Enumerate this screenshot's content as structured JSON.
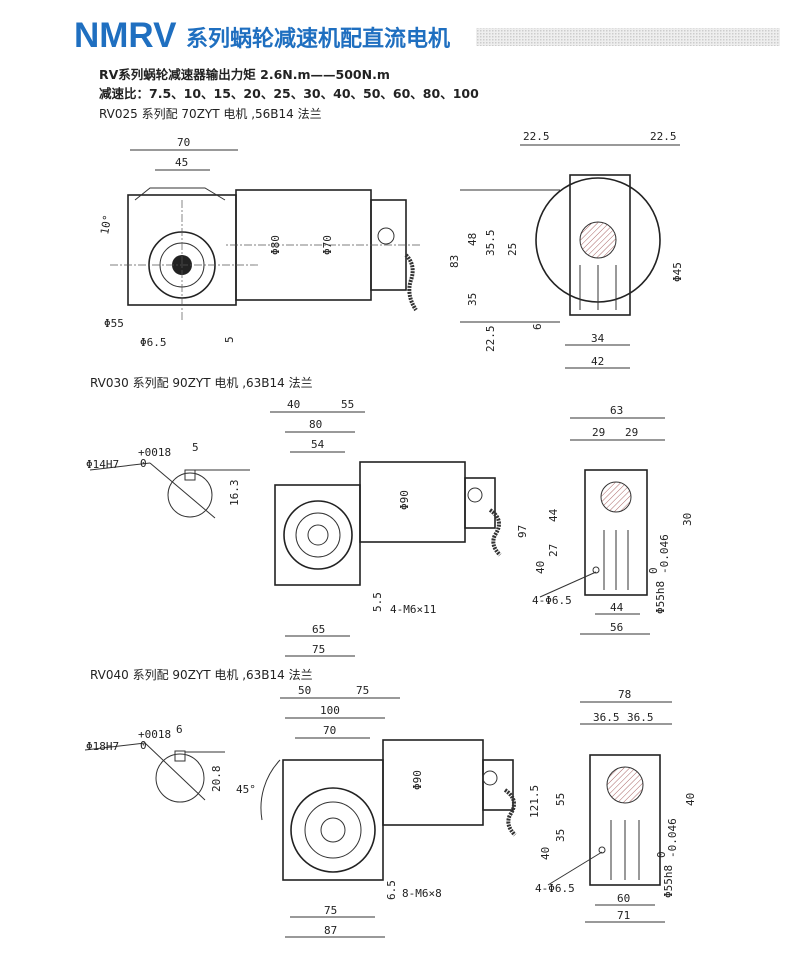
{
  "header": {
    "brand": "NMRV",
    "title": "系列蜗轮减速机配直流电机",
    "accent": "#1f6fc0"
  },
  "intro": {
    "torque": "RV系列蜗轮减速器输出力矩 2.6N.m——500N.m",
    "ratios": "减速比：7.5、10、15、20、25、30、40、50、60、80、100"
  },
  "sections": [
    {
      "caption": "RV025 系列配 70ZYT 电机 ,56B14 法兰",
      "side": [
        "70",
        "45",
        "10°",
        "Φ80",
        "Φ70",
        "Φ55",
        "Φ6.5",
        "5"
      ],
      "end": [
        "22.5",
        "22.5",
        "83",
        "48",
        "35.5",
        "25",
        "35",
        "22.5",
        "6",
        "Φ45",
        "34",
        "42"
      ]
    },
    {
      "caption": "RV030 系列配 90ZYT 电机 ,63B14 法兰",
      "shaft": [
        "Φ14H7",
        "+0018",
        "0",
        "5",
        "16.3"
      ],
      "side": [
        "40",
        "55",
        "80",
        "54",
        "Φ90",
        "5.5",
        "4-M6×11",
        "65",
        "75"
      ],
      "end": [
        "63",
        "29",
        "29",
        "97",
        "44",
        "27",
        "40",
        "30",
        "4-Φ6.5",
        "44",
        "56",
        "Φ55h8",
        "0",
        "-0.046"
      ]
    },
    {
      "caption": "RV040 系列配 90ZYT 电机 ,63B14 法兰",
      "shaft": [
        "Φ18H7",
        "+0018",
        "0",
        "6",
        "20.8"
      ],
      "side": [
        "50",
        "75",
        "100",
        "70",
        "45°",
        "Φ90",
        "6.5",
        "8-M6×8",
        "75",
        "87"
      ],
      "end": [
        "78",
        "36.5",
        "36.5",
        "121.5",
        "55",
        "35",
        "40",
        "40",
        "4-Φ6.5",
        "60",
        "71",
        "Φ55h8",
        "0",
        "-0.046"
      ]
    }
  ]
}
